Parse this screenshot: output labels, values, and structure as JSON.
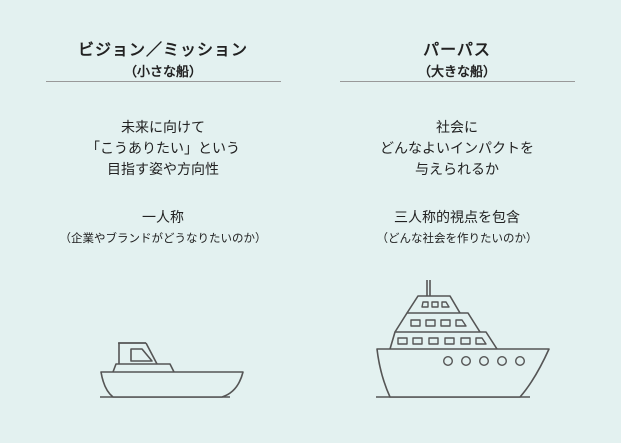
{
  "left": {
    "title": "ビジョン／ミッション",
    "subtitle": "（小さな船）",
    "body": [
      "未来に向けて",
      "「こうありたい」という",
      "目指す姿や方向性"
    ],
    "perspective": "一人称",
    "perspective_note": "（企業やブランドがどうなりたいのか）",
    "icon": "small-boat-icon"
  },
  "right": {
    "title": "パーパス",
    "subtitle": "（大きな船）",
    "body": [
      "社会に",
      "どんなよいインパクトを",
      "与えられるか"
    ],
    "perspective": "三人称的視点を包含",
    "perspective_note": "（どんな社会を作りたいのか）",
    "icon": "large-ship-icon"
  },
  "colors": {
    "background": "#e3f1f0",
    "line": "#555555",
    "divider": "#999999"
  }
}
